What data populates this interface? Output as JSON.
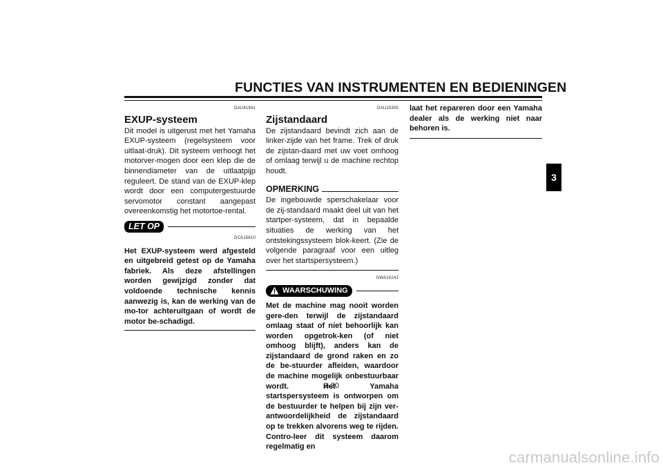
{
  "header": {
    "title": "FUNCTIES VAN INSTRUMENTEN EN BEDIENINGEN"
  },
  "chapter_tab": "3",
  "page_number": "3-30",
  "watermark": "carmanualsonline.info",
  "col1": {
    "code": "DAU41941",
    "heading": "EXUP-systeem",
    "body": "Dit model is uitgerust met het Yamaha EXUP-systeem (regelsysteem voor uitlaat-druk). Dit systeem verhoogt het motorver-mogen door een klep die de binnendiameter van de uitlaatpijp reguleert. De stand van de EXUP-klep wordt door een computergestuurde servomotor constant aangepast overeenkomstig het motortoe-rental.",
    "notice_label": "LET OP",
    "notice_code": "DCA15610",
    "notice_text": "Het EXUP-systeem werd afgesteld en uitgebreid getest op de Yamaha fabriek. Als deze afstellingen worden gewijzigd zonder dat voldoende technische kennis aanwezig is, kan de werking van de mo-tor achteruitgaan of wordt de motor be-schadigd."
  },
  "col2": {
    "code": "DAU15305",
    "heading": "Zijstandaard",
    "body": "De zijstandaard bevindt zich aan de linker-zijde van het frame. Trek of druk de zijstan-daard met uw voet omhoog of omlaag terwijl u de machine rechtop houdt.",
    "note_label": "OPMERKING",
    "note_text": "De ingebouwde sperschakelaar voor de zij-standaard maakt deel uit van het startper-systeem, dat in bepaalde situaties de werking van het ontstekingssysteem blok-keert. (Zie de volgende paragraaf voor een uitleg over het startspersysteem.)",
    "warning_code": "DWA10241",
    "warning_label": "WAARSCHUWING",
    "warning_text": "Met de machine mag nooit worden gere-den terwijl de zijstandaard omlaag staat of niet behoorlijk kan worden opgetrok-ken (of niet omhoog blijft), anders kan de zijstandaard de grond raken en zo de be-stuurder afleiden, waardoor de machine mogelijk onbestuurbaar wordt. Het Yamaha startspersysteem is ontworpen om de bestuurder te helpen bij zijn ver-antwoordelijkheid de zijstandaard op te trekken alvorens weg te rijden. Contro-leer dit systeem daarom regelmatig en"
  },
  "col3": {
    "warning_cont": "laat het repareren door een Yamaha dealer als de werking niet naar behoren is."
  }
}
